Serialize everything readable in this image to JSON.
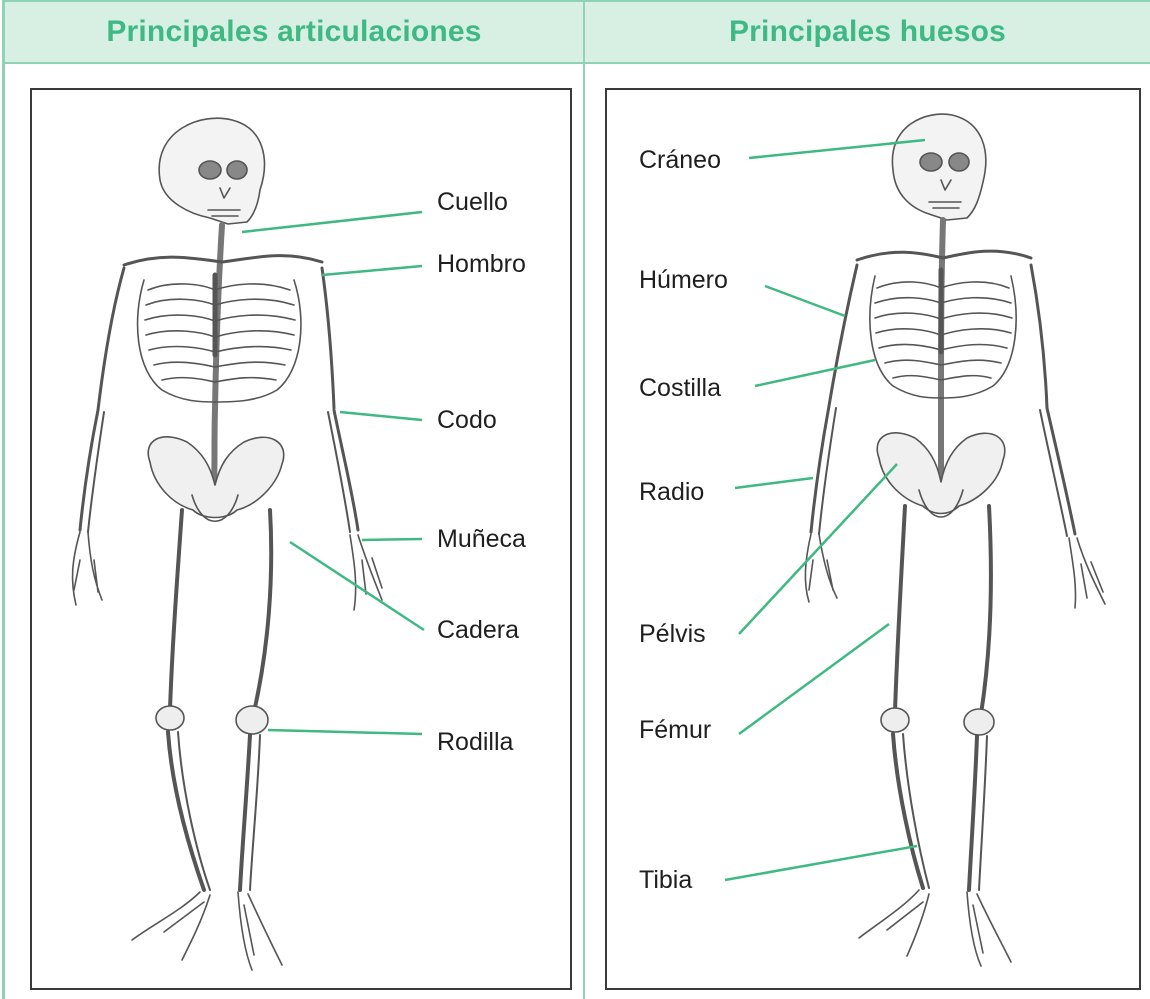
{
  "left": {
    "heading": "Principales articulaciones",
    "labels": {
      "cuello": "Cuello",
      "hombro": "Hombro",
      "codo": "Codo",
      "muneca": "Muñeca",
      "cadera": "Cadera",
      "rodilla": "Rodilla"
    }
  },
  "right": {
    "heading": "Principales huesos",
    "labels": {
      "craneo": "Cráneo",
      "humero": "Húmero",
      "costilla": "Costilla",
      "radio": "Radio",
      "pelvis": "Pélvis",
      "femur": "Fémur",
      "tibia": "Tibia"
    }
  },
  "colors": {
    "header_text": "#3fb983",
    "header_bg": "#d8f0e4",
    "border": "#8fd3b4",
    "leader_line": "#3fb983",
    "bone_stroke": "#555555"
  }
}
